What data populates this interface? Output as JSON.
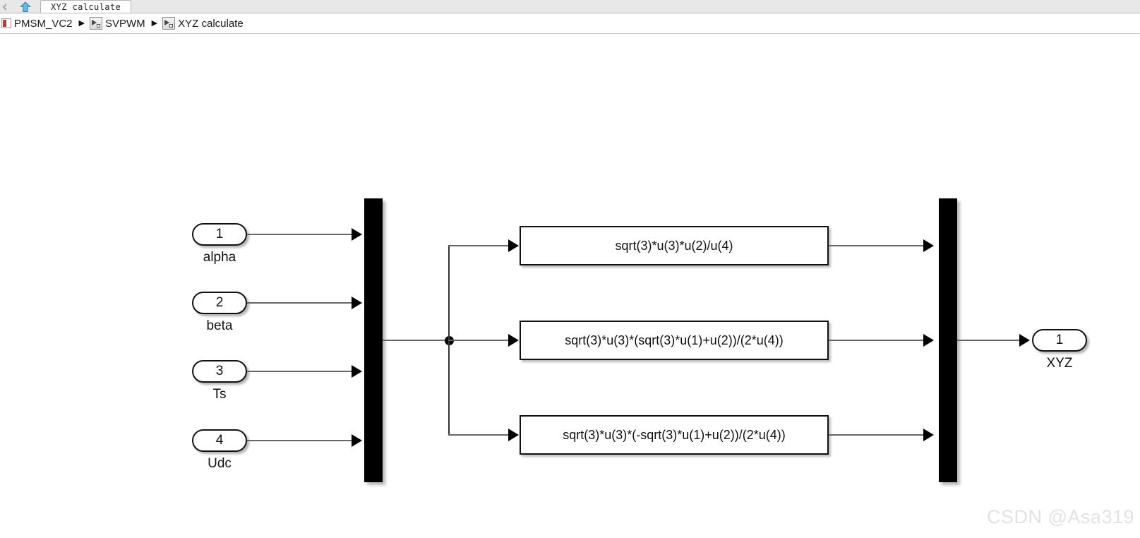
{
  "tabstrip": {
    "prev_icon": "chevron-left-icon",
    "up_icon": "navigate-up-icon",
    "active_tab_label": "XYZ calculate"
  },
  "breadcrumb": {
    "separator": "▶",
    "items": [
      {
        "label": "PMSM_VC2",
        "icon": "model-icon"
      },
      {
        "label": "SVPWM",
        "icon": "subsystem-icon"
      },
      {
        "label": "XYZ calculate",
        "icon": "subsystem-icon"
      }
    ]
  },
  "diagram": {
    "inports": [
      {
        "number": "1",
        "label": "alpha"
      },
      {
        "number": "2",
        "label": "beta"
      },
      {
        "number": "3",
        "label": "Ts"
      },
      {
        "number": "4",
        "label": "Udc"
      }
    ],
    "mux_in": {
      "name": "mux",
      "inputs": 4,
      "outputs": 1
    },
    "mux_out": {
      "name": "mux",
      "inputs": 3,
      "outputs": 1
    },
    "fcn_blocks": [
      {
        "expression": "sqrt(3)*u(3)*u(2)/u(4)"
      },
      {
        "expression": "sqrt(3)*u(3)*(sqrt(3)*u(1)+u(2))/(2*u(4))"
      },
      {
        "expression": "sqrt(3)*u(3)*(-sqrt(3)*u(1)+u(2))/(2*u(4))"
      }
    ],
    "outports": [
      {
        "number": "1",
        "label": "XYZ"
      }
    ]
  },
  "watermark": {
    "text": "CSDN @Asa319"
  },
  "colors": {
    "wire": "#666666",
    "block_border": "#111111",
    "mux_fill": "#000000",
    "canvas_bg": "#ffffff",
    "watermark": "#e2e2e2"
  }
}
